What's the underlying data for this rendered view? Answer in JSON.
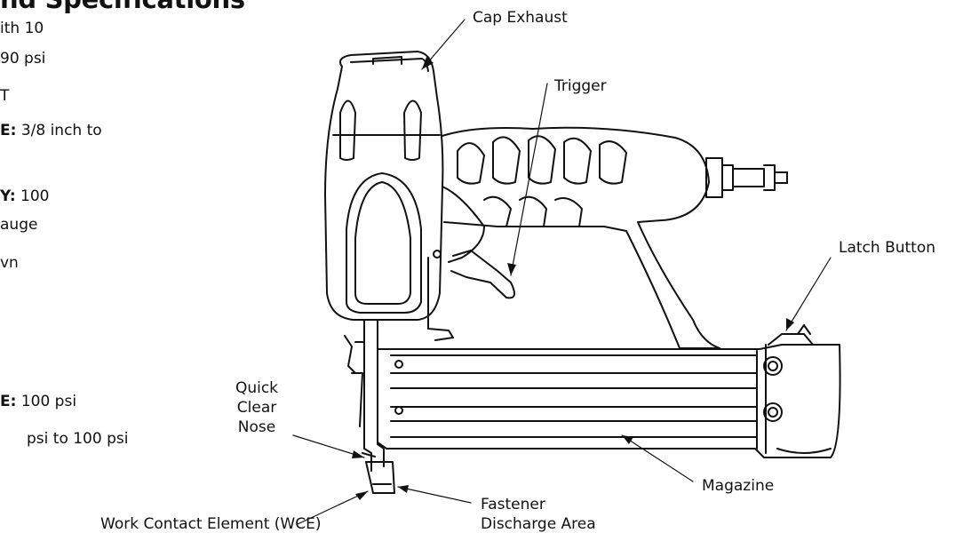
{
  "spec_panel": {
    "heading": "nd Specifications",
    "lines": [
      {
        "bold": "",
        "text": "ith 10"
      },
      {
        "bold": "",
        "text": "90 psi"
      },
      {
        "bold": "",
        "text": "T"
      },
      {
        "bold": "E:",
        "text": " 3/8 inch to"
      },
      {
        "bold": "Y:",
        "text": " 100"
      },
      {
        "bold": "",
        "text": "auge"
      },
      {
        "bold": "",
        "text": "vn"
      },
      {
        "bold": "E:",
        "text": " 100 psi"
      },
      {
        "bold": "",
        "text": "psi to 100 psi"
      }
    ]
  },
  "labels": {
    "cap_exhaust": "Cap Exhaust",
    "trigger": "Trigger",
    "latch_button": "Latch Button",
    "quick_clear_nose": [
      "Quick",
      "Clear",
      "Nose"
    ],
    "magazine": "Magazine",
    "fastener_discharge": [
      "Fastener",
      "Discharge Area"
    ],
    "wce": "Work Contact Element (WCE)"
  }
}
